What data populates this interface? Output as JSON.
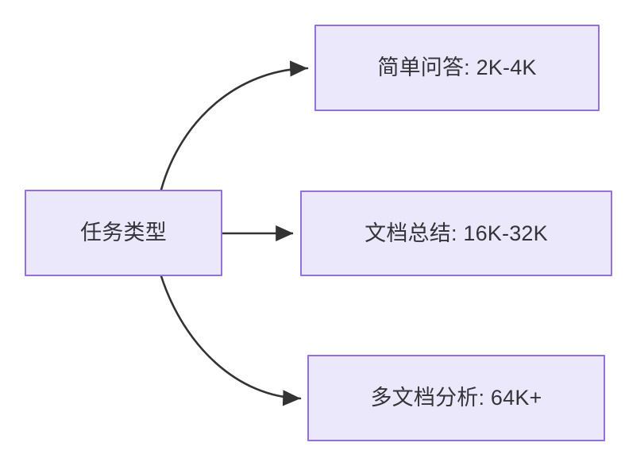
{
  "diagram": {
    "type": "flowchart",
    "direction": "left-to-right",
    "background_color": "#ffffff",
    "node_fill_color": "#ece8fb",
    "node_border_color": "#9370db",
    "node_text_color": "#333338",
    "edge_color": "#333333",
    "source_node": {
      "id": "source",
      "label": "任务类型"
    },
    "target_nodes": [
      {
        "id": "simple-qa",
        "label": "简单问答: 2K-4K"
      },
      {
        "id": "doc-summary",
        "label": "文档总结: 16K-32K"
      },
      {
        "id": "multi-doc",
        "label": "多文档分析: 64K+"
      }
    ],
    "edges": [
      {
        "id": "edge-source-to-simple-qa",
        "from": "source",
        "to": "simple-qa",
        "style": "curved",
        "arrowhead": "solid-triangle"
      },
      {
        "id": "edge-source-to-doc-summary",
        "from": "source",
        "to": "doc-summary",
        "style": "straight",
        "arrowhead": "solid-triangle"
      },
      {
        "id": "edge-source-to-multi-doc",
        "from": "source",
        "to": "multi-doc",
        "style": "curved",
        "arrowhead": "solid-triangle"
      }
    ]
  }
}
